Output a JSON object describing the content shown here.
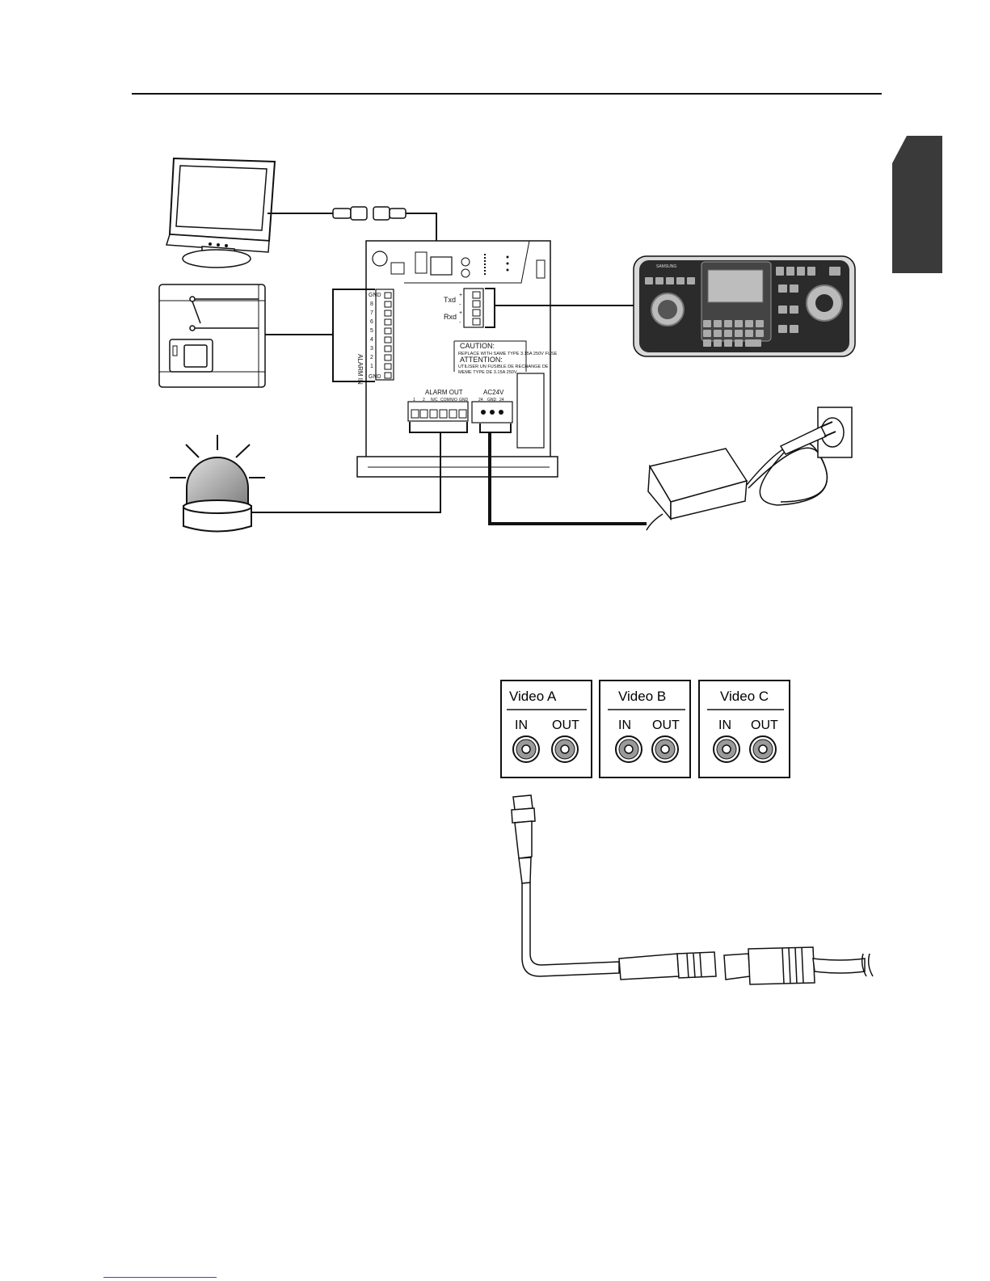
{
  "device_diagram": {
    "alarm_in": {
      "label": "ALARM IN",
      "pins": [
        "GND",
        "8",
        "7",
        "6",
        "5",
        "4",
        "3",
        "2",
        "1",
        "GND"
      ]
    },
    "rs485": {
      "txd": "Txd",
      "rxd": "Rxd",
      "plus": "+",
      "minus": "-"
    },
    "caution": {
      "title": "CAUTION:",
      "line": "REPLACE WITH SAME TYPE 3.15A 250V FUSE",
      "attention_title": "ATTENTION:",
      "attention_line1": "UTILISER UN FUSIBLE DE RECHANGE DE",
      "attention_line2": "MEME TYPE DE 3.15A 250V"
    },
    "alarm_out": {
      "label": "ALARM OUT",
      "pins": [
        "1",
        "2",
        "N/C",
        "COM",
        "N/O",
        "GND"
      ]
    },
    "power": {
      "label": "AC24V",
      "pins": [
        "24",
        "GND",
        "24"
      ]
    },
    "keyboard_brand": "SAMSUNG"
  },
  "video_panels": [
    {
      "title": "Video A",
      "in_label": "IN",
      "out_label": "OUT"
    },
    {
      "title": "Video B",
      "in_label": "IN",
      "out_label": "OUT"
    },
    {
      "title": "Video C",
      "in_label": "IN",
      "out_label": "OUT"
    }
  ],
  "colors": {
    "line": "#111111",
    "tab": "#3a3a3a",
    "lamp": "#9a9a9a",
    "keyboard": "#2a2a2a"
  }
}
